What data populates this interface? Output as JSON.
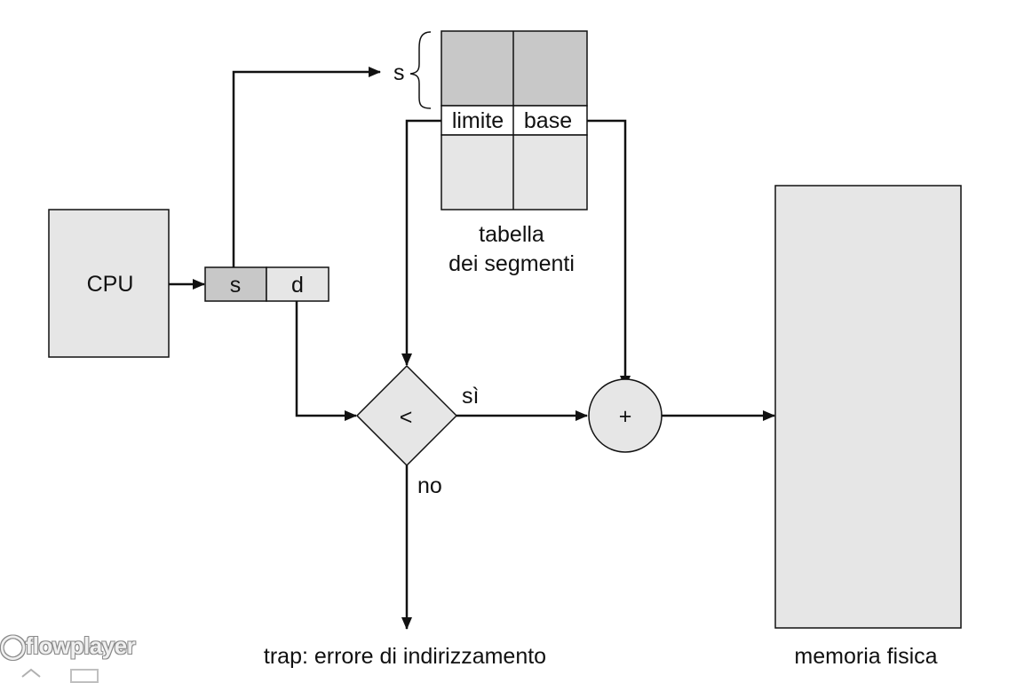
{
  "diagram": {
    "cpu_label": "CPU",
    "address_s": "s",
    "address_d": "d",
    "table_selector": "s",
    "col_limit": "limite",
    "col_base": "base",
    "table_caption_line1": "tabella",
    "table_caption_line2": "dei segmenti",
    "comparator_symbol": "<",
    "yes_label": "sì",
    "no_label": "no",
    "adder_symbol": "+",
    "trap_label": "trap: errore di indirizzamento",
    "memory_label": "memoria fisica"
  },
  "colors": {
    "stroke": "#111111",
    "fill_light": "#e6e6e6",
    "fill_dark": "#c8c8c8",
    "fill_white": "#ffffff"
  },
  "watermark": {
    "text": "flowplayer",
    "icon": "flowplayer-logo-icon"
  }
}
